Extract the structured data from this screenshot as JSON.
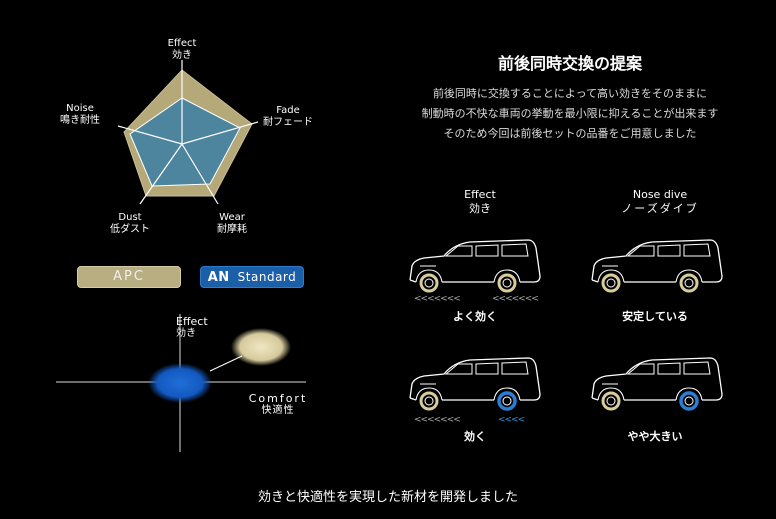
{
  "radar": {
    "effect_en": "Effect",
    "effect_jp": "効き",
    "fade_en": "Fade",
    "fade_jp": "耐フェード",
    "wear_en": "Wear",
    "wear_jp": "耐摩耗",
    "dust_en": "Dust",
    "dust_jp": "低ダスト",
    "noise_en": "Noise",
    "noise_jp": "鳴き耐性"
  },
  "legend": {
    "apc": "APC",
    "an_bold": "AN",
    "an_rest": "Standard"
  },
  "quad": {
    "effect_en": "Effect",
    "effect_jp": "効き",
    "comfort_en": "Comfort",
    "comfort_jp": "快適性"
  },
  "right": {
    "title": "前後同時交換の提案",
    "desc_line1": "前後同時に交換することによって高い効きをそのままに",
    "desc_line2": "制動時の不快な車両の挙動を最小限に抑えることが出来ます",
    "desc_line3": "そのため今回は前後セットの品番をご用意しました",
    "col1_en": "Effect",
    "col1_jp": "効き",
    "col2_en": "Nose dive",
    "col2_jp": "ノーズダイブ",
    "cap_tl": "よく効く",
    "cap_tr": "安定している",
    "cap_bl": "効く",
    "cap_br": "やや大きい"
  },
  "footer": "効きと快適性を実現した新材を開発しました",
  "colors": {
    "apc": "#b9ad82",
    "an": "#1a5fa8",
    "wheel_blue": "#2a7fd4"
  }
}
